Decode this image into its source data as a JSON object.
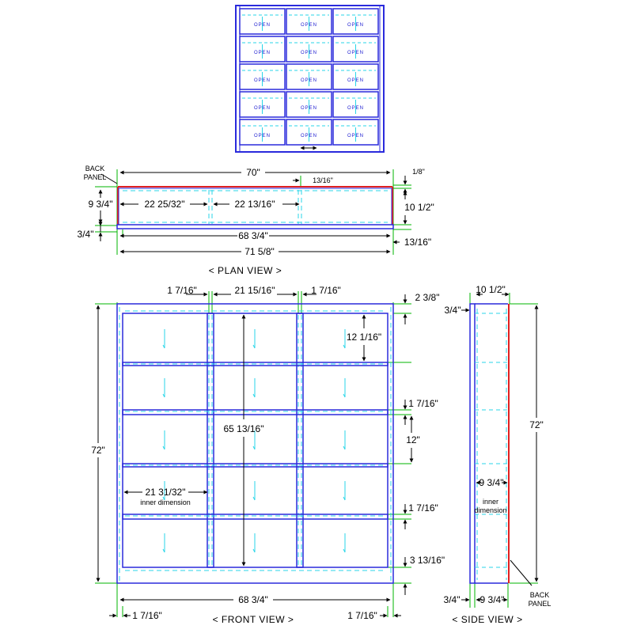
{
  "colors": {
    "frame": "#2a2adc",
    "frame_light": "#5a8cf0",
    "dashed": "#29d6e8",
    "dimension": "#00b400",
    "back_panel": "#e02020",
    "black": "#000000"
  },
  "top_sketch": {
    "door_label": "OPEN",
    "rows": 5,
    "cols": 3
  },
  "plan_view": {
    "title": "< PLAN VIEW >",
    "back_panel_note": [
      "BACK",
      "PANEL"
    ],
    "dims": {
      "overall_top": "70\"",
      "small_top": "13/16\"",
      "back_thickness": "1/8\"",
      "left_depth": "9 3/4\"",
      "bay1": "22 25/32\"",
      "bay2": "22 13/16\"",
      "right_depth": "10 1/2\"",
      "bottom_left": "3/4\"",
      "inner_width": "68 3/4\"",
      "right_bottom": "13/16\"",
      "overall_bottom": "71 5/8\""
    }
  },
  "front_view": {
    "title": "< FRONT VIEW >",
    "dims": {
      "top_left": "1 7/16\"",
      "top_mid": "21 15/16\"",
      "top_right": "1 7/16\"",
      "top_rail": "2 3/8\"",
      "row_height": "12 1/16\"",
      "shelf1": "1 7/16\"",
      "opening": "12\"",
      "center_height": "65 13/16\"",
      "overall_height": "72\"",
      "inner_width_val": "21 31/32\"",
      "inner_width_note": "inner dimension",
      "shelf2": "1 7/16\"",
      "bottom_rail": "3 13/16\"",
      "inner_width": "68 3/4\"",
      "bottom_left": "1 7/16\"",
      "bottom_right": "1 7/16\""
    }
  },
  "side_view": {
    "title": "< SIDE VIEW >",
    "back_panel_note": [
      "BACK",
      "PANEL"
    ],
    "dims": {
      "depth_top": "10 1/2\"",
      "front_thickness": "3/4\"",
      "height": "72\"",
      "inner_depth": "9 3/4\"",
      "inner_note": [
        "inner",
        "dimension"
      ],
      "bottom_front": "3/4\"",
      "bottom_depth": "9 3/4\""
    }
  }
}
